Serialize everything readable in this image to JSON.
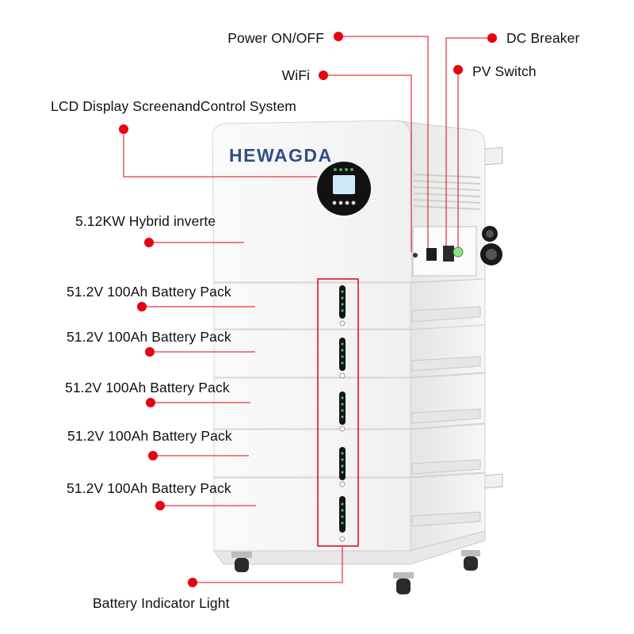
{
  "brand": "HEWAGDA",
  "colors": {
    "accent": "#e60012",
    "brand": "#2f4f86",
    "body": "#f3f3f3",
    "screen": "#111111",
    "indicator_green": "#35c25a"
  },
  "callouts": {
    "power": "Power ON/OFF",
    "dc_breaker": "DC Breaker",
    "pv_switch": "PV Switch",
    "wifi": "WiFi",
    "lcd": "LCD Display ScreenandControl System",
    "inverter": "5.12KW Hybrid inverte",
    "battery_packs": [
      "51.2V 100Ah Battery Pack",
      "51.2V 100Ah Battery Pack",
      "51.2V 100Ah Battery Pack",
      "51.2V 100Ah Battery Pack",
      "51.2V 100Ah Battery Pack"
    ],
    "indicator": "Battery Indicator Light"
  }
}
